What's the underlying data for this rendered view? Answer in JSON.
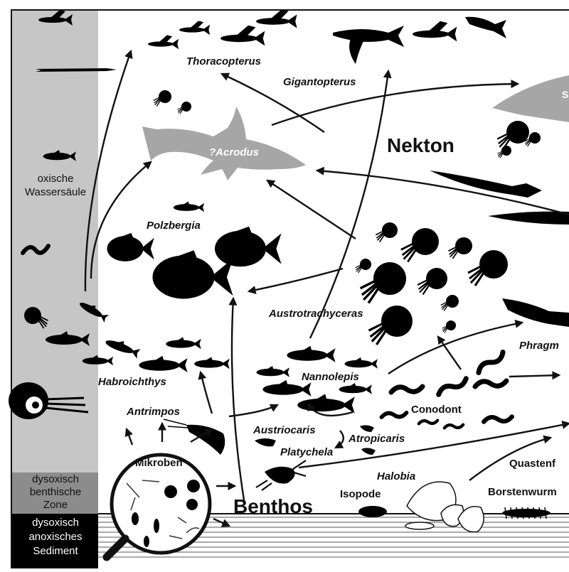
{
  "diagram": {
    "nekton": "Nekton",
    "benthos": "Benthos",
    "taxa": {
      "thoracopterus": "Thoracopterus",
      "gigantopterus": "Gigantopterus",
      "acrodus": "?Acrodus",
      "polzbergia": "Polzbergia",
      "austrotrachyceras": "Austrotrachyceras",
      "habroichthys": "Habroichthys",
      "nannolepis": "Nannolepis",
      "antrimpos": "Antrimpos",
      "austriocaris": "Austriocaris",
      "atropicaris": "Atropicaris",
      "platychela": "Platychela",
      "conodont": "Conodont",
      "phragmo": "Phragm",
      "halobia": "Halobia",
      "isopode": "Isopode",
      "quastenf": "Quastenf",
      "borstenwurm": "Borstenwurm",
      "mikroben": "Mikroben",
      "shark2_fragment": "S"
    },
    "zones": {
      "oxic_line1": "oxische",
      "oxic_line2": "Wassersäule",
      "dysoxic_line1": "dysoxisch",
      "dysoxic_line2": "benthische",
      "dysoxic_line3": "Zone",
      "anoxic_line1": "dysoxisch",
      "anoxic_line2": "anoxisches",
      "anoxic_line3": "Sediment"
    },
    "colors": {
      "oxic_band": "#c6c6c6",
      "dysoxic_band": "#8c8c8c",
      "anoxic_band": "#000000",
      "silhouette": "#000000",
      "shark": "#a6a6a6"
    }
  }
}
